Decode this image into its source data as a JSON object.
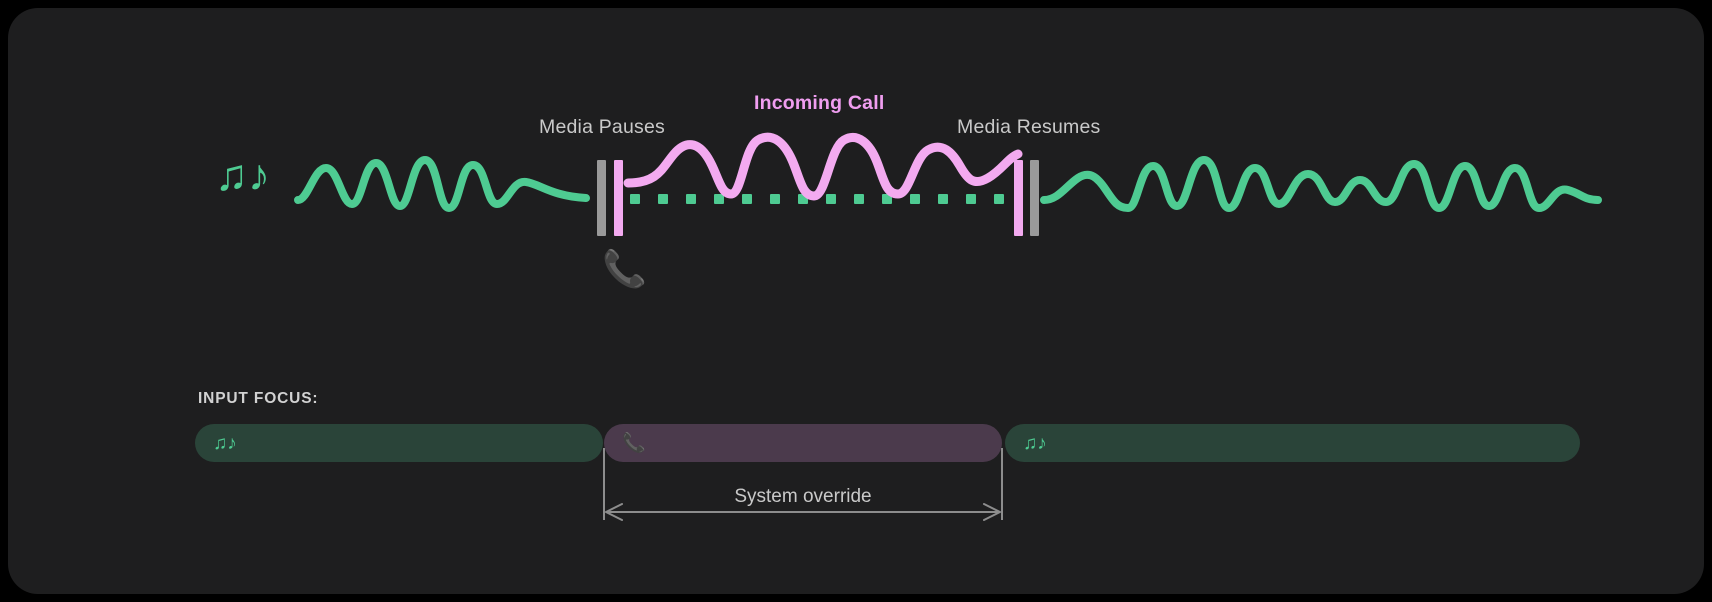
{
  "card": {
    "background": "#1e1e1f",
    "page_background": "#000000"
  },
  "colors": {
    "media_wave": "#4ecb92",
    "call_wave": "#f3aaf0",
    "accent_pink": "#f09ef0",
    "label_grey": "#c9c9c9",
    "marker_grey": "#9a9a9a",
    "focus_media_bg": "#2a4439",
    "focus_call_bg": "#4b3a4c"
  },
  "timeline": {
    "labels": {
      "media_pauses": "Media Pauses",
      "incoming_call": "Incoming Call",
      "media_resumes": "Media Resumes"
    },
    "icons": {
      "music": "♫♪",
      "phone": "📞"
    },
    "segments": [
      {
        "name": "media-before",
        "type": "media",
        "wave": "green"
      },
      {
        "name": "call",
        "type": "call",
        "wave": "pink"
      },
      {
        "name": "media-after",
        "type": "media",
        "wave": "green"
      }
    ]
  },
  "input_focus": {
    "title": "INPUT FOCUS:",
    "bars": [
      {
        "name": "media-1",
        "owner": "media",
        "glyph": "♫♪"
      },
      {
        "name": "call",
        "owner": "call",
        "glyph": "📞"
      },
      {
        "name": "media-2",
        "owner": "media",
        "glyph": "♫♪"
      }
    ],
    "override_label": "System override"
  }
}
